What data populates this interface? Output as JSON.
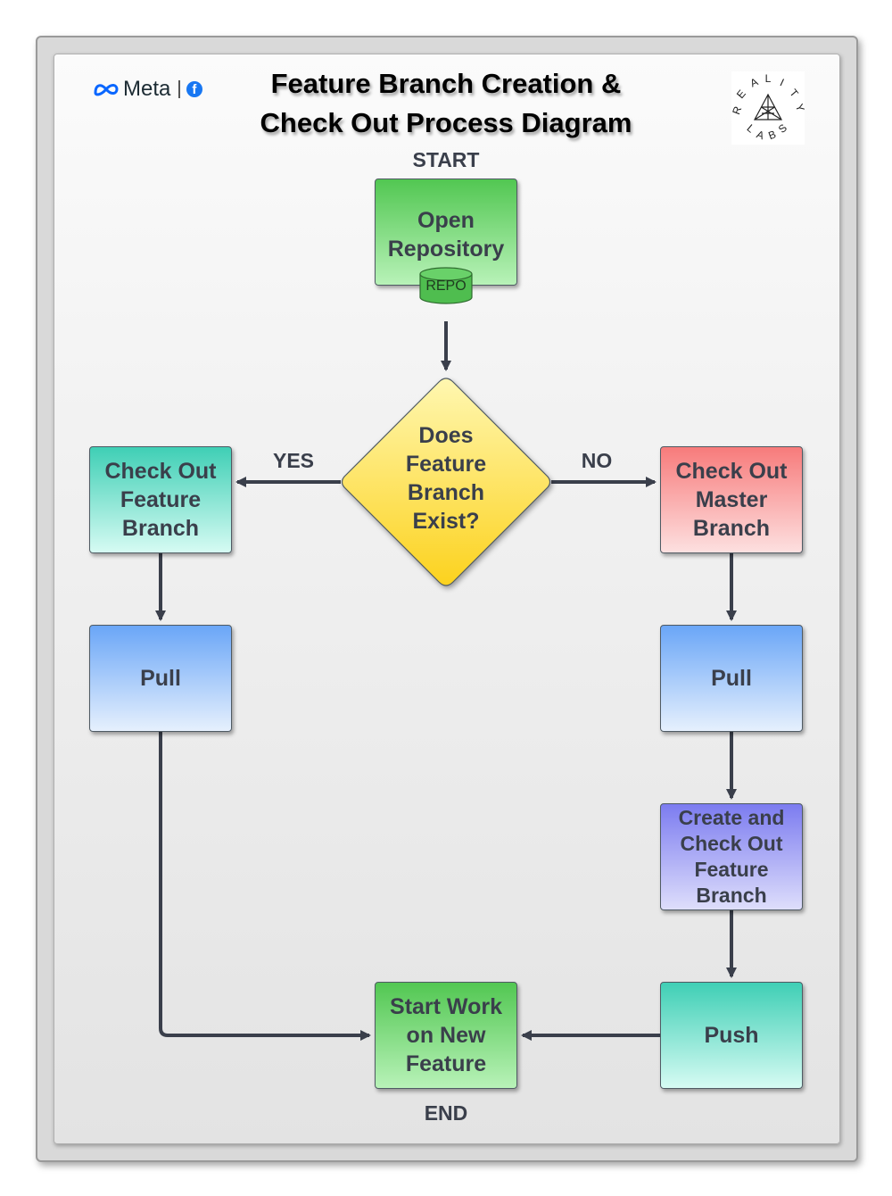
{
  "title": {
    "line1": "Feature Branch Creation &",
    "line2": "Check Out Process Diagram"
  },
  "logos": {
    "meta_word": "Meta",
    "facebook_letter": "f",
    "reality_labs_text": "REALITY LABS"
  },
  "terminals": {
    "start": "START",
    "end": "END"
  },
  "nodes": {
    "open_repo": {
      "line1": "Open",
      "line2": "Repository",
      "icon_label": "REPO"
    },
    "decision": {
      "line1": "Does",
      "line2": "Feature",
      "line3": "Branch",
      "line4": "Exist?"
    },
    "checkout_feature": {
      "line1": "Check Out",
      "line2": "Feature",
      "line3": "Branch"
    },
    "checkout_master": {
      "line1": "Check Out",
      "line2": "Master",
      "line3": "Branch"
    },
    "pull_left": {
      "label": "Pull"
    },
    "pull_right": {
      "label": "Pull"
    },
    "create_checkout": {
      "line1": "Create and",
      "line2": "Check Out",
      "line3": "Feature",
      "line4": "Branch"
    },
    "push": {
      "label": "Push"
    },
    "start_work": {
      "line1": "Start Work",
      "line2": "on New",
      "line3": "Feature"
    }
  },
  "edges": {
    "yes": "YES",
    "no": "NO"
  },
  "colors": {
    "open_repo": "#52c752",
    "decision": "#fde25a",
    "checkout_feature": "#3fcfb5",
    "checkout_master": "#f77b7b",
    "pull": "#6aa6f7",
    "create_checkout": "#7c7cf0",
    "push": "#3fcfb5",
    "start_work": "#52c752",
    "connector": "#3a3f4b"
  }
}
